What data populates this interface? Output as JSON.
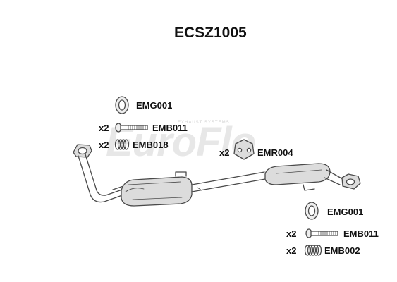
{
  "title": "ECSZ1005",
  "watermark": "EuroFlo",
  "watermark_tag": "EXHAUST SYSTEMS",
  "parts": [
    {
      "qty": "",
      "code": "EMG001"
    },
    {
      "qty": "x2",
      "code": "EMB011"
    },
    {
      "qty": "x2",
      "code": "EMB018"
    },
    {
      "qty": "x2",
      "code": "EMR004"
    },
    {
      "qty": "",
      "code": "EMG001"
    },
    {
      "qty": "x2",
      "code": "EMB011"
    },
    {
      "qty": "x2",
      "code": "EMB002"
    }
  ],
  "colors": {
    "line": "#4a4a4a",
    "part_fill": "#dcdcdc",
    "watermark": "#e7e7e7"
  }
}
